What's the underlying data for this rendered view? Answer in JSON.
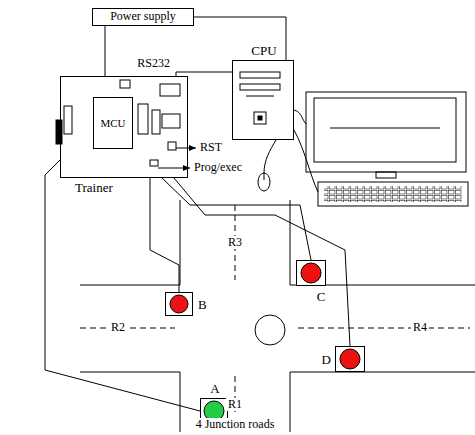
{
  "diagram": {
    "nodes": [
      {
        "text": [
          "Power supply"
        ]
      },
      {
        "text": [
          "Trainer"
        ]
      },
      {
        "text": [
          "MCU"
        ],
        "in": 1
      },
      {
        "text": [
          "CPU"
        ]
      },
      {
        "text": [
          "B"
        ]
      },
      {
        "text": [
          "C"
        ]
      },
      {
        "text": [
          "D"
        ]
      },
      {
        "text": [
          "A"
        ]
      }
    ],
    "edges": [
      {
        "from": 0,
        "to": 1,
        "arrow": "none"
      },
      {
        "from": 0,
        "to": 3,
        "arrow": "none"
      },
      {
        "from": 3,
        "to": 1,
        "label": "RS232",
        "arrow": "none"
      },
      {
        "from": 1,
        "to": 4,
        "arrow": "none"
      },
      {
        "from": 1,
        "to": 5,
        "arrow": "none"
      },
      {
        "from": 1,
        "to": 6,
        "arrow": "none"
      },
      {
        "from": 1,
        "to": 7,
        "arrow": "none"
      }
    ],
    "labels": [
      "RST",
      "Prog/exec",
      "R3",
      "R2",
      "R4",
      "R1",
      "4 Junction roads"
    ]
  }
}
